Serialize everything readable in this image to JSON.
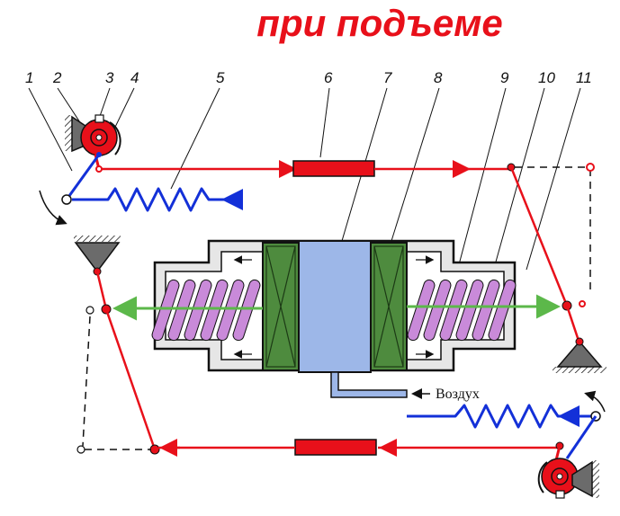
{
  "title": "при подъеме",
  "labels": [
    "1",
    "2",
    "3",
    "4",
    "5",
    "6",
    "7",
    "8",
    "9",
    "10",
    "11"
  ],
  "air_label": "Воздух",
  "colors": {
    "title": "#e8101a",
    "rod": "#e8101a",
    "link": "#1330d8",
    "cylinder_body": "#e6e6e6",
    "piston": "#4e8b3e",
    "chamber": "#9db7e8",
    "spring_coil": "#c98ad9",
    "push_rod": "#7ac46a",
    "support": "#6b6b6b",
    "outline": "#111111"
  },
  "icons": {
    "fixed_support": "hatched-triangle-support",
    "brake_shoe": "wheel-with-shoe",
    "spring": "zigzag-spring",
    "arrow": "direction-arrow"
  }
}
